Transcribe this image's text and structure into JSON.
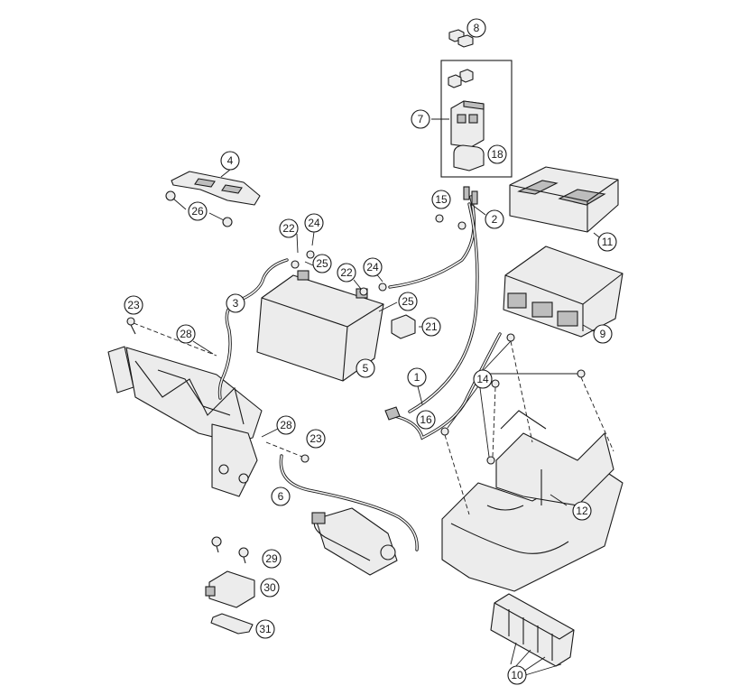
{
  "callouts": [
    {
      "id": "c1",
      "label": "1"
    },
    {
      "id": "c2",
      "label": "2"
    },
    {
      "id": "c3",
      "label": "3"
    },
    {
      "id": "c4",
      "label": "4"
    },
    {
      "id": "c5",
      "label": "5"
    },
    {
      "id": "c6",
      "label": "6"
    },
    {
      "id": "c7",
      "label": "7"
    },
    {
      "id": "c8",
      "label": "8"
    },
    {
      "id": "c9",
      "label": "9"
    },
    {
      "id": "c10",
      "label": "10"
    },
    {
      "id": "c11",
      "label": "11"
    },
    {
      "id": "c12",
      "label": "12"
    },
    {
      "id": "c14",
      "label": "14"
    },
    {
      "id": "c15",
      "label": "15"
    },
    {
      "id": "c16",
      "label": "16"
    },
    {
      "id": "c18",
      "label": "18"
    },
    {
      "id": "c21",
      "label": "21"
    },
    {
      "id": "c22a",
      "label": "22"
    },
    {
      "id": "c22b",
      "label": "22"
    },
    {
      "id": "c23a",
      "label": "23"
    },
    {
      "id": "c23b",
      "label": "23"
    },
    {
      "id": "c24a",
      "label": "24"
    },
    {
      "id": "c24b",
      "label": "24"
    },
    {
      "id": "c25a",
      "label": "25"
    },
    {
      "id": "c25b",
      "label": "25"
    },
    {
      "id": "c26",
      "label": "26"
    },
    {
      "id": "c28a",
      "label": "28"
    },
    {
      "id": "c28b",
      "label": "28"
    },
    {
      "id": "c29",
      "label": "29"
    },
    {
      "id": "c30",
      "label": "30"
    },
    {
      "id": "c31",
      "label": "31"
    }
  ]
}
